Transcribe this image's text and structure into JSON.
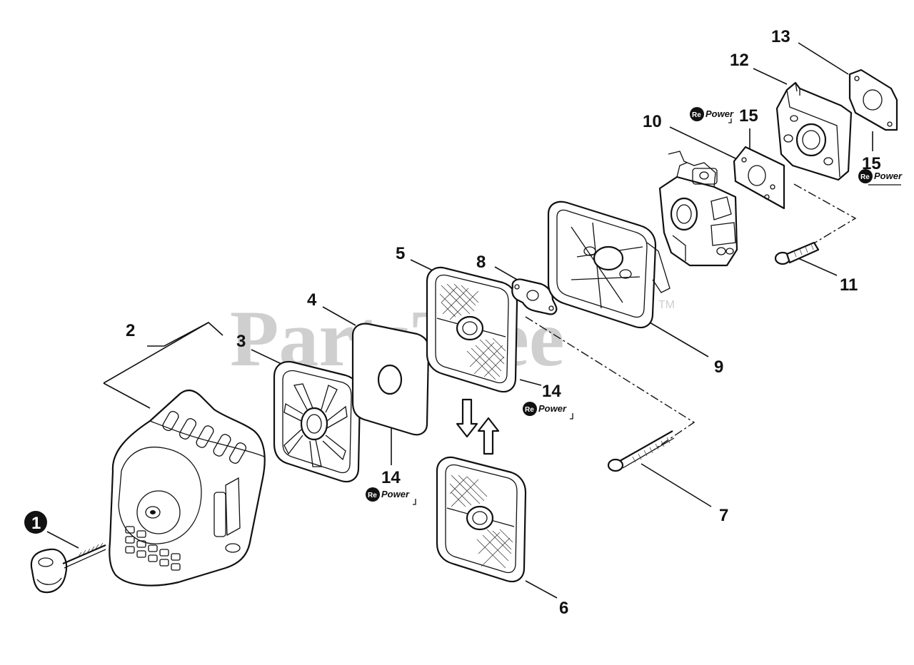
{
  "watermark": {
    "text": "PartsTree",
    "tm": "TM"
  },
  "repower_badge": {
    "prefix": "Re",
    "word": "Power"
  },
  "callouts": [
    {
      "id": "c1",
      "label": "1"
    },
    {
      "id": "c2",
      "label": "2"
    },
    {
      "id": "c3",
      "label": "3"
    },
    {
      "id": "c4",
      "label": "4"
    },
    {
      "id": "c5",
      "label": "5"
    },
    {
      "id": "c6",
      "label": "6"
    },
    {
      "id": "c7",
      "label": "7"
    },
    {
      "id": "c8",
      "label": "8"
    },
    {
      "id": "c9",
      "label": "9"
    },
    {
      "id": "c10",
      "label": "10"
    },
    {
      "id": "c11",
      "label": "11"
    },
    {
      "id": "c12",
      "label": "12"
    },
    {
      "id": "c13",
      "label": "13"
    },
    {
      "id": "c14a",
      "label": "14"
    },
    {
      "id": "c14b",
      "label": "14"
    },
    {
      "id": "c15a",
      "label": "15"
    },
    {
      "id": "c15b",
      "label": "15"
    }
  ],
  "colors": {
    "ink": "#111111",
    "watermark": "#cfcfcf",
    "background": "#ffffff"
  }
}
